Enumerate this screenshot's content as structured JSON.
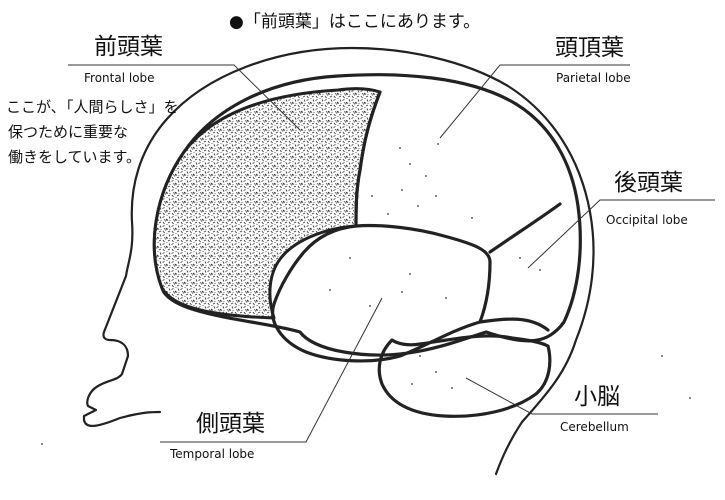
{
  "title": "●「前頭葉」はここにあります。",
  "labels": {
    "frontal": {
      "ja": "前頭葉",
      "en": "Frontal lobe"
    },
    "parietal": {
      "ja": "頭頂葉",
      "en": "Parietal lobe"
    },
    "occipital": {
      "ja": "後頭葉",
      "en": "Occipital lobe"
    },
    "temporal": {
      "ja": "側頭葉",
      "en": "Temporal lobe"
    },
    "cerebellum": {
      "ja": "小脳",
      "en": "Cerebellum"
    }
  },
  "note": {
    "line1": "ここが､「人間らしさ」を",
    "line2": "保つために重要な",
    "line3": "働きをしています。"
  },
  "colors": {
    "ink": "#222222",
    "bullet": "#9a9a9a"
  }
}
